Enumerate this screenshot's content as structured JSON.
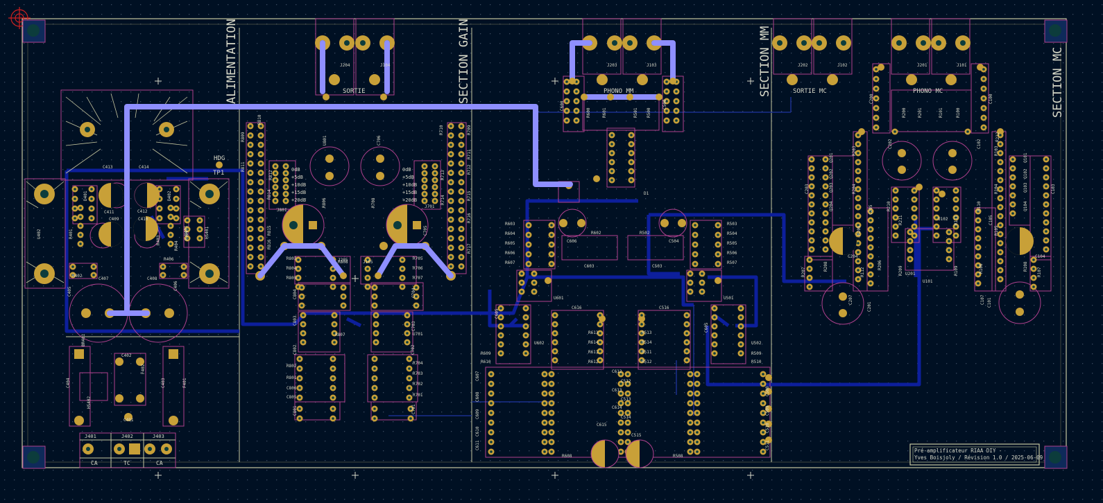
{
  "colors": {
    "background": "#001023",
    "grid": "#3a4a60",
    "edge": "#c8c8a0",
    "silk": "#d8d8c8",
    "fab": "#b0408e",
    "copper": "#c8a038",
    "trace_front": "#8f8fff",
    "trace_back": "#0d1f9c",
    "drill": "#0c3c3c"
  },
  "sections": {
    "alimentation": "ALIMENTATION",
    "gain": "SECTION GAIN",
    "mm": "SECTION MM",
    "mc": "SECTION MC"
  },
  "labels": {
    "sortie": "SORTIE",
    "phono_mm": "PHONO MM",
    "sortie_mc": "SORTIE MC",
    "phono_mc": "PHONO MC",
    "hdg": "HDG",
    "tp1": "TP1",
    "gain_steps": [
      "0dB",
      "+5dB",
      "+10dB",
      "+15dB",
      "+20dB"
    ],
    "gain_steps_right": [
      "0dB",
      "+5dB",
      "+10dB",
      "+15dB",
      "+20dB"
    ]
  },
  "title_block": {
    "line1": "Pré-amplificateur RIAA DIY -",
    "line2": "Yves Boisjoly / Révision 1.0 / 2025-06-09"
  },
  "connectors": {
    "j401": "J401",
    "j402": "J402",
    "j403": "J403",
    "pins": [
      "CA",
      "TC",
      "CA"
    ]
  },
  "refs": {
    "jacks_top": [
      "J204",
      "J104",
      "J203",
      "J103",
      "J202",
      "J102",
      "J201",
      "J101"
    ],
    "supply": [
      "C413",
      "C414",
      "C411",
      "C412",
      "C409",
      "C410",
      "C407",
      "C408",
      "C405",
      "C406",
      "D401",
      "D402",
      "R401",
      "R402",
      "R403",
      "R404",
      "R405",
      "R406",
      "U401",
      "U402",
      "HS401",
      "HS402",
      "C401",
      "C402",
      "C403",
      "C404",
      "F401",
      "F402",
      "BR401"
    ],
    "gain_left": [
      "R809",
      "R810",
      "R811",
      "R812",
      "R814",
      "R815",
      "R816",
      "J801",
      "C801",
      "C802",
      "C803",
      "C804",
      "C805",
      "C806",
      "R801",
      "R802",
      "R803",
      "R804",
      "R805",
      "R806",
      "R807",
      "R808",
      "U801",
      "J205"
    ],
    "gain_right": [
      "R709",
      "R710",
      "R711",
      "R712",
      "R713",
      "R714",
      "R715",
      "R716",
      "R717",
      "J701",
      "C701",
      "C702",
      "C703",
      "C704",
      "C705",
      "C706",
      "R701",
      "R702",
      "R703",
      "R704",
      "R705",
      "R706",
      "R707",
      "R708",
      "U701",
      "J105"
    ],
    "mm": [
      "C600",
      "C500",
      "R600",
      "R601",
      "R501",
      "R500",
      "C606",
      "C504",
      "R602",
      "R502",
      "C603",
      "C503",
      "R603",
      "R604",
      "R605",
      "R606",
      "R607",
      "R503",
      "R504",
      "R505",
      "R506",
      "R507",
      "U601",
      "U501",
      "C616",
      "C516",
      "R613",
      "R614",
      "R611",
      "R612",
      "R513",
      "R514",
      "R511",
      "R512",
      "R609",
      "R610",
      "R509",
      "R510",
      "U602",
      "U502",
      "C607",
      "C508",
      "C612",
      "C613",
      "C614",
      "C615",
      "C512",
      "C513",
      "C514",
      "C515",
      "C608",
      "C609",
      "C610",
      "C611",
      "C509",
      "C510",
      "C511",
      "R608",
      "R508",
      "C605",
      "C605",
      "D1"
    ],
    "mc": [
      "C200",
      "C100",
      "R200",
      "R201",
      "R101",
      "R100",
      "C202",
      "C102",
      "R210",
      "R110",
      "R211",
      "R111",
      "C203",
      "C103",
      "Q201",
      "Q202",
      "Q203",
      "Q204",
      "Q101",
      "Q102",
      "Q103",
      "Q104",
      "R203",
      "R204",
      "R205",
      "R103",
      "R104",
      "R105",
      "C204",
      "C104",
      "C205",
      "C105",
      "R206",
      "R106",
      "R207",
      "R107",
      "R208",
      "R108",
      "U201",
      "U101",
      "U102",
      "C201",
      "C101",
      "C207",
      "C107",
      "R209",
      "R109",
      "R212",
      "R112"
    ]
  }
}
